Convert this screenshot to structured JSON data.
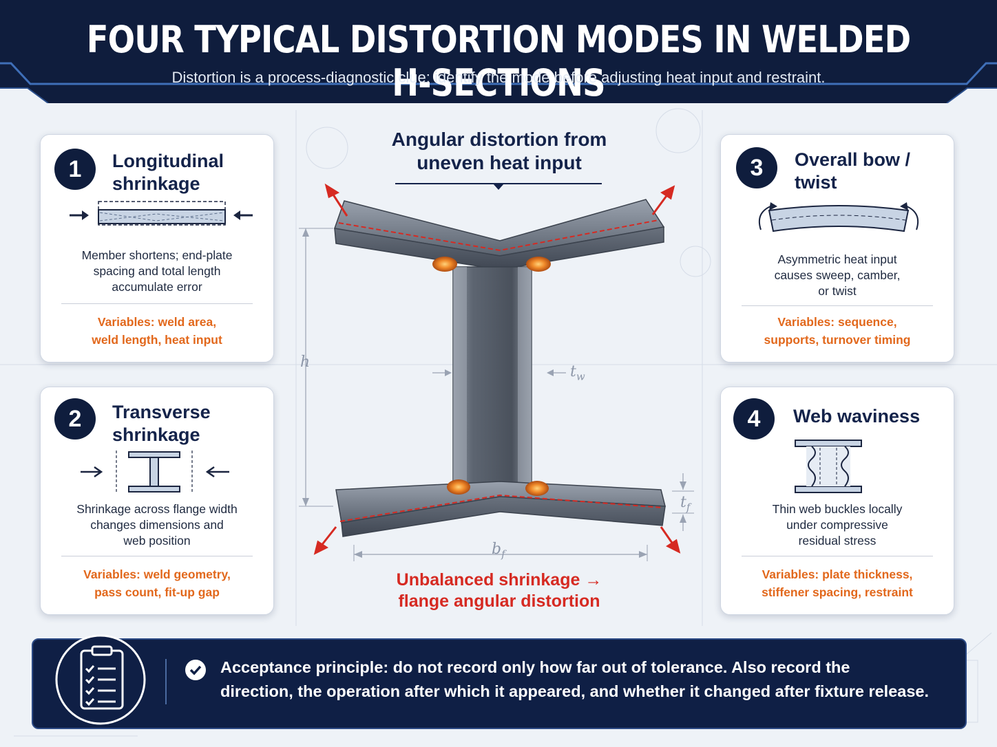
{
  "header": {
    "title": "FOUR TYPICAL DISTORTION MODES IN WELDED H-SECTIONS",
    "subtitle": "Distortion is a process-diagnostic clue: identify the mode before adjusting heat input and restraint."
  },
  "modes": [
    {
      "number": "1",
      "title_line1": "Longitudinal",
      "title_line2": "shrinkage",
      "desc_line1": "Member shortens; end-plate",
      "desc_line2": "spacing and total length",
      "desc_line3": "accumulate error",
      "vars_line1": "Variables: weld area,",
      "vars_line2": "weld length, heat input",
      "icon": "shortening-bar-icon"
    },
    {
      "number": "2",
      "title_line1": "Transverse",
      "title_line2": "shrinkage",
      "desc_line1": "Shrinkage across flange width",
      "desc_line2": "changes dimensions and",
      "desc_line3": "web position",
      "vars_line1": "Variables: weld geometry,",
      "vars_line2": "pass count, fit-up gap",
      "icon": "h-section-squeeze-icon"
    },
    {
      "number": "3",
      "title_line1": "Overall bow /",
      "title_line2": "twist",
      "desc_line1": "Asymmetric heat input",
      "desc_line2": "causes sweep, camber,",
      "desc_line3": "or twist",
      "vars_line1": "Variables: sequence,",
      "vars_line2": "supports, turnover timing",
      "icon": "bowed-beam-icon"
    },
    {
      "number": "4",
      "title_line1": "Web waviness",
      "title_line2": "",
      "desc_line1": "Thin web buckles locally",
      "desc_line2": "under compressive",
      "desc_line3": "residual stress",
      "vars_line1": "Variables: plate thickness,",
      "vars_line2": "stiffener spacing, restraint",
      "icon": "wavy-web-icon"
    }
  ],
  "center": {
    "top_label_line1": "Angular distortion from",
    "top_label_line2": "uneven heat input",
    "bottom_label_line1": "Unbalanced shrinkage →",
    "bottom_label_line2": "flange angular distortion",
    "dims": {
      "h": "h",
      "tw": "t",
      "tw_sub": "w",
      "tf": "t",
      "tf_sub": "f",
      "bf": "b",
      "bf_sub": "f"
    }
  },
  "banner": {
    "icon": "clipboard-checklist-icon",
    "line1": "Acceptance principle: do not record only how far out of tolerance. Also record the",
    "line2": "direction, the operation after which it appeared, and whether it changed after fixture release."
  },
  "colors": {
    "navy": "#0f1d3d",
    "accent_orange": "#e2681c",
    "alert_red": "#d62a22",
    "steel": "#6f7886"
  }
}
